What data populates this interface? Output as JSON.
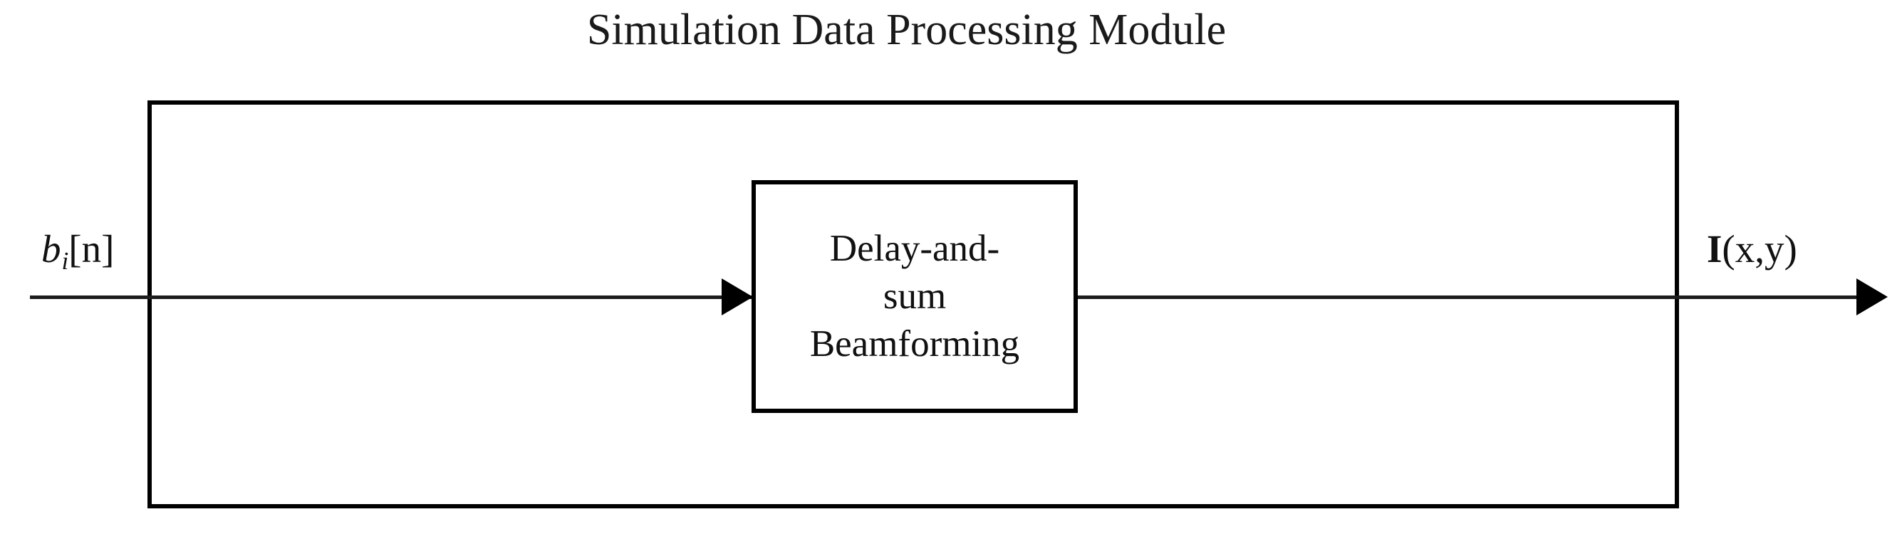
{
  "diagram": {
    "type": "block-diagram",
    "title": "Simulation Data Processing Module",
    "background_color": "#ffffff",
    "stroke_color": "#000000",
    "outer_block": {
      "name": "Simulation Data Processing Module",
      "has_label_inside": false
    },
    "inner_block": {
      "label_lines": [
        "Delay-and-",
        "sum",
        "Beamforming"
      ],
      "label_full": "Delay-and-sum Beamforming"
    },
    "signals": {
      "input": {
        "base": "b",
        "subscript": "i",
        "index": "[n]",
        "full": "b_i[n]"
      },
      "output": {
        "base": "I",
        "args": "(x,y)",
        "full": "I(x,y)"
      }
    },
    "arrows": [
      {
        "name": "input-to-beamformer",
        "direction": "right"
      },
      {
        "name": "beamformer-to-output",
        "direction": "right"
      }
    ]
  }
}
